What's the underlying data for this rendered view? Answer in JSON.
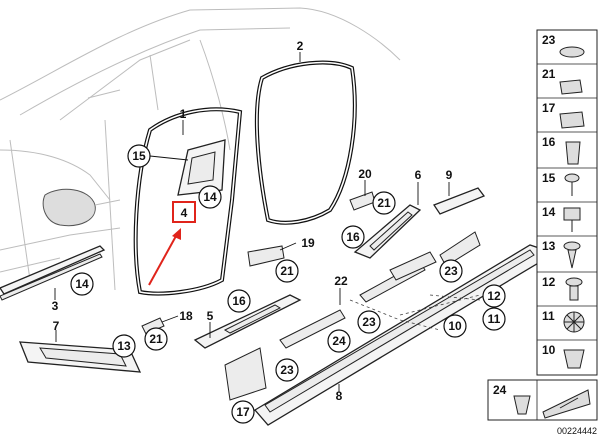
{
  "callouts": [
    {
      "id": "c1",
      "label": "1"
    },
    {
      "id": "c2",
      "label": "2"
    },
    {
      "id": "c3",
      "label": "3"
    },
    {
      "id": "c4",
      "label": "4"
    },
    {
      "id": "c5",
      "label": "5"
    },
    {
      "id": "c6",
      "label": "6"
    },
    {
      "id": "c7",
      "label": "7"
    },
    {
      "id": "c8",
      "label": "8"
    },
    {
      "id": "c9",
      "label": "9"
    },
    {
      "id": "c10",
      "label": "10"
    },
    {
      "id": "c11",
      "label": "11"
    },
    {
      "id": "c12",
      "label": "12"
    },
    {
      "id": "c13",
      "label": "13"
    },
    {
      "id": "c14a",
      "label": "14"
    },
    {
      "id": "c14b",
      "label": "14"
    },
    {
      "id": "c15",
      "label": "15"
    },
    {
      "id": "c16a",
      "label": "16"
    },
    {
      "id": "c16b",
      "label": "16"
    },
    {
      "id": "c17",
      "label": "17"
    },
    {
      "id": "c18",
      "label": "18"
    },
    {
      "id": "c19",
      "label": "19"
    },
    {
      "id": "c20",
      "label": "20"
    },
    {
      "id": "c21a",
      "label": "21"
    },
    {
      "id": "c21b",
      "label": "21"
    },
    {
      "id": "c21c",
      "label": "21"
    },
    {
      "id": "c21d",
      "label": "21"
    },
    {
      "id": "c22",
      "label": "22"
    },
    {
      "id": "c23a",
      "label": "23"
    },
    {
      "id": "c23b",
      "label": "23"
    },
    {
      "id": "c23c",
      "label": "23"
    },
    {
      "id": "c24",
      "label": "24"
    }
  ],
  "legend": [
    "23",
    "21",
    "17",
    "16",
    "15",
    "14",
    "13",
    "12",
    "11",
    "10"
  ],
  "legend_bottom": "24",
  "document_number": "00224442",
  "colors": {
    "highlight": "#e0241b",
    "ink": "#111111",
    "car_outline": "#bdbdbd"
  }
}
